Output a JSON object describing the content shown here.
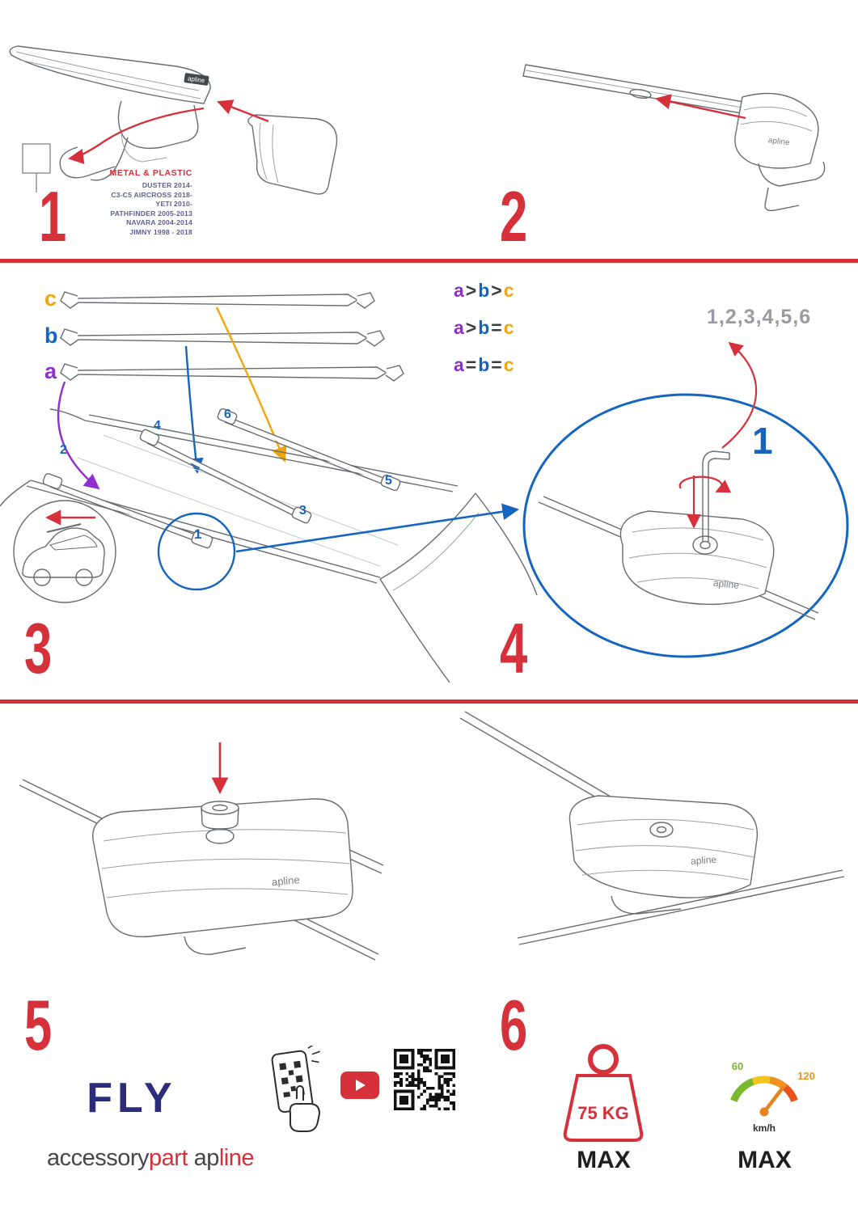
{
  "product": {
    "logo": "apline"
  },
  "colors": {
    "accent_red": "#d6303b",
    "blue": "#1565c0",
    "purple": "#8e2fd0",
    "orange": "#f2a50a",
    "navy": "#2b2c7c",
    "sequence_gray": "#9a9aa2"
  },
  "step1": {
    "number": "1",
    "material_label": "METAL & PLASTIC",
    "models": [
      "DUSTER 2014-",
      "C3-C5 AIRCROSS 2018-",
      "YETI 2010-",
      "PATHFINDER 2005-2013",
      "NAVARA 2004-2014",
      "JIMNY 1998 - 2018"
    ]
  },
  "step2": {
    "number": "2"
  },
  "step3": {
    "number": "3",
    "bar_a": "a",
    "bar_b": "b",
    "bar_c": "c",
    "relations": [
      {
        "a": "a",
        "o1": ">",
        "b": "b",
        "o2": ">",
        "c": "c"
      },
      {
        "a": "a",
        "o1": ">",
        "b": "b",
        "o2": "=",
        "c": "c"
      },
      {
        "a": "a",
        "o1": "=",
        "b": "b",
        "o2": "=",
        "c": "c"
      }
    ],
    "positions": {
      "n1": "1",
      "n2": "2",
      "n3": "3",
      "n4": "4",
      "n5": "5",
      "n6": "6"
    }
  },
  "step4": {
    "number": "4",
    "sequence": "1,2,3,4,5,6",
    "first": "1"
  },
  "step5": {
    "number": "5"
  },
  "step6": {
    "number": "6"
  },
  "footer": {
    "fly": "FLY",
    "brand": {
      "accessory": "accessory",
      "part": "part",
      "ap": "ap",
      "line": "line"
    },
    "weight": {
      "value": "75 KG",
      "max": "MAX"
    },
    "speed": {
      "min": "60",
      "max_speed": "120",
      "unit": "km/h",
      "max": "MAX"
    }
  }
}
